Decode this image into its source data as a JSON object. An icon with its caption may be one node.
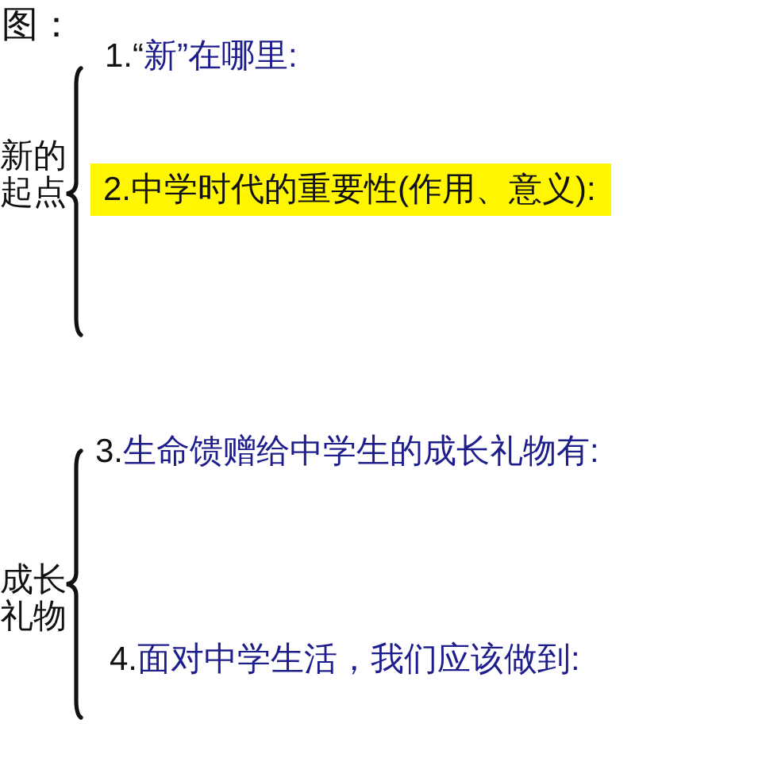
{
  "diagram": {
    "title": "图：",
    "nodes": [
      {
        "text": [
          "2.中学时代的重要性(作用、意义):"
        ]
      }
    ],
    "labels": [
      "1.“新”在哪里:",
      "新的起点",
      "3.生命馈赠给中学生的成长礼物有:",
      "成长礼物",
      "4.面对中学生活，我们应该做到:"
    ]
  }
}
